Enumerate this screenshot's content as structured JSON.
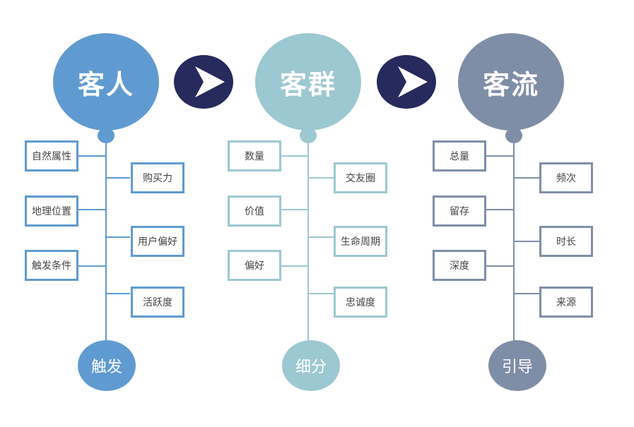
{
  "colors": {
    "blue": "#5f9bd1",
    "teal": "#9cc8d1",
    "slate": "#7f8ea7",
    "arrow_bg": "#262a5c",
    "arrow_fg": "#ffffff"
  },
  "columns": [
    {
      "title": "客人",
      "bottom": "触发",
      "left_items": [
        "自然属性",
        "地理位置",
        "触发条件"
      ],
      "right_items": [
        "购买力",
        "用户偏好",
        "活跃度"
      ]
    },
    {
      "title": "客群",
      "bottom": "细分",
      "left_items": [
        "数量",
        "价值",
        "偏好"
      ],
      "right_items": [
        "交友圈",
        "生命周期",
        "忠诚度"
      ]
    },
    {
      "title": "客流",
      "bottom": "引导",
      "left_items": [
        "总量",
        "留存",
        "深度"
      ],
      "right_items": [
        "频次",
        "时长",
        "来源"
      ]
    }
  ],
  "arrows": [
    {
      "icon": "chevron-right-icon"
    },
    {
      "icon": "chevron-right-icon"
    }
  ]
}
